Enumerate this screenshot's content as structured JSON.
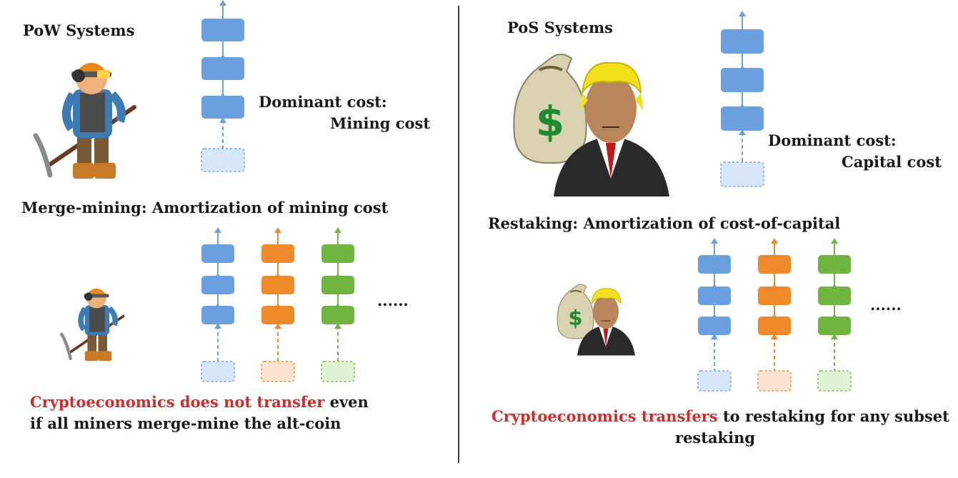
{
  "left": {
    "title": "PoW Systems",
    "dominant_cost_label": "Dominant cost:",
    "dominant_cost_value": "Mining cost",
    "merge_title": "Merge-mining: Amortization of mining cost",
    "ellipsis": "......",
    "caption_red": "Cryptoeconomics does not transfer",
    "caption_rest_1": " even",
    "caption_line_2": "if all miners merge-mine the alt-coin"
  },
  "right": {
    "title": "PoS Systems",
    "dominant_cost_label": "Dominant cost:",
    "dominant_cost_value": "Capital cost",
    "restake_title": "Restaking: Amortization of cost-of-capital",
    "ellipsis": "......",
    "caption_red": "Cryptoeconomics transfers",
    "caption_rest_1": " to restaking for any subset",
    "caption_line_2": "restaking"
  },
  "icons": {
    "miner": "miner-with-pickaxe-icon",
    "investor": "businessman-with-money-bag-icon",
    "dollar_sign": "$"
  },
  "colors": {
    "blue": "#6a9fe0",
    "orange": "#ee8a2a",
    "green": "#6fb540",
    "red_text": "#d42a2a"
  }
}
